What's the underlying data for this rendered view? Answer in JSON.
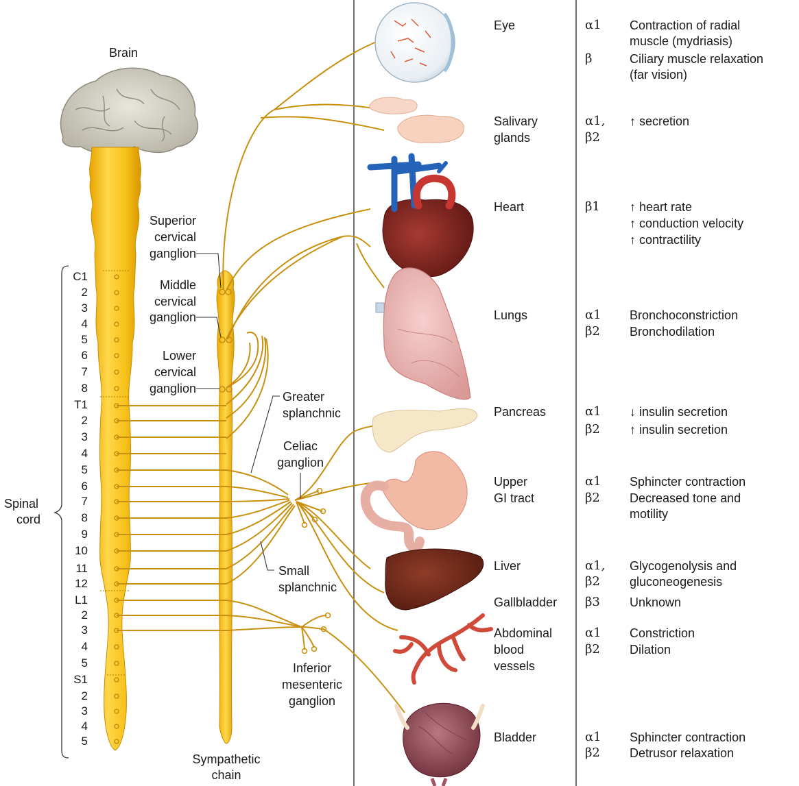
{
  "brain": "Brain",
  "spinal_cord": [
    "Spinal",
    "cord"
  ],
  "sympathetic_chain": [
    "Sympathetic",
    "chain"
  ],
  "levels": [
    "C1",
    "2",
    "3",
    "4",
    "5",
    "6",
    "7",
    "8",
    "T1",
    "2",
    "3",
    "4",
    "5",
    "6",
    "7",
    "8",
    "9",
    "10",
    "11",
    "12",
    "L1",
    "2",
    "3",
    "4",
    "5",
    "S1",
    "2",
    "3",
    "4",
    "5"
  ],
  "ganglia": {
    "superior": [
      "Superior",
      "cervical",
      "ganglion"
    ],
    "middle": [
      "Middle",
      "cervical",
      "ganglion"
    ],
    "lower": [
      "Lower",
      "cervical",
      "ganglion"
    ],
    "greater_splanchnic": [
      "Greater",
      "splanchnic"
    ],
    "celiac": [
      "Celiac",
      "ganglion"
    ],
    "small_splanchnic": [
      "Small",
      "splanchnic"
    ],
    "inferior_mesenteric": [
      "Inferior",
      "mesenteric",
      "ganglion"
    ]
  },
  "organs": [
    {
      "name": [
        "Eye"
      ],
      "rows": [
        {
          "receptor": "α1",
          "effect": [
            "Contraction of radial",
            "muscle (mydriasis)"
          ]
        },
        {
          "receptor": "β",
          "effect": [
            "Ciliary muscle relaxation",
            "(far vision)"
          ]
        }
      ]
    },
    {
      "name": [
        "Salivary",
        "glands"
      ],
      "rows": [
        {
          "receptor": "α1,",
          "effect": [
            "↑ secretion"
          ]
        },
        {
          "receptor": "β2",
          "effect": []
        }
      ]
    },
    {
      "name": [
        "Heart"
      ],
      "rows": [
        {
          "receptor": "β1",
          "effect": [
            "↑ heart rate",
            "↑ conduction velocity",
            "↑ contractility"
          ]
        }
      ]
    },
    {
      "name": [
        "Lungs"
      ],
      "rows": [
        {
          "receptor": "α1",
          "effect": [
            "Bronchoconstriction"
          ]
        },
        {
          "receptor": "β2",
          "effect": [
            "Bronchodilation"
          ]
        }
      ]
    },
    {
      "name": [
        "Pancreas"
      ],
      "rows": [
        {
          "receptor": "α1",
          "effect": [
            "↓ insulin secretion"
          ]
        },
        {
          "receptor": "β2",
          "effect": [
            "↑ insulin secretion"
          ]
        }
      ]
    },
    {
      "name": [
        "Upper",
        "GI tract"
      ],
      "rows": [
        {
          "receptor": "α1",
          "effect": [
            "Sphincter contraction"
          ]
        },
        {
          "receptor": "β2",
          "effect": [
            "Decreased tone and",
            "motility"
          ]
        }
      ]
    },
    {
      "name": [
        "Liver"
      ],
      "rows": [
        {
          "receptor": "α1,",
          "effect": [
            "Glycogenolysis and"
          ]
        },
        {
          "receptor": "β2",
          "effect": [
            "gluconeogenesis"
          ]
        }
      ]
    },
    {
      "name": [
        "Gallbladder"
      ],
      "rows": [
        {
          "receptor": "β3",
          "effect": [
            "Unknown"
          ]
        }
      ]
    },
    {
      "name": [
        "Abdominal",
        "blood",
        "vessels"
      ],
      "rows": [
        {
          "receptor": "α1",
          "effect": [
            "Constriction"
          ]
        },
        {
          "receptor": "β2",
          "effect": [
            "Dilation"
          ]
        }
      ]
    },
    {
      "name": [
        "Bladder"
      ],
      "rows": [
        {
          "receptor": "α1",
          "effect": [
            "Sphincter contraction"
          ]
        },
        {
          "receptor": "β2",
          "effect": [
            "Detrusor relaxation"
          ]
        }
      ]
    }
  ]
}
